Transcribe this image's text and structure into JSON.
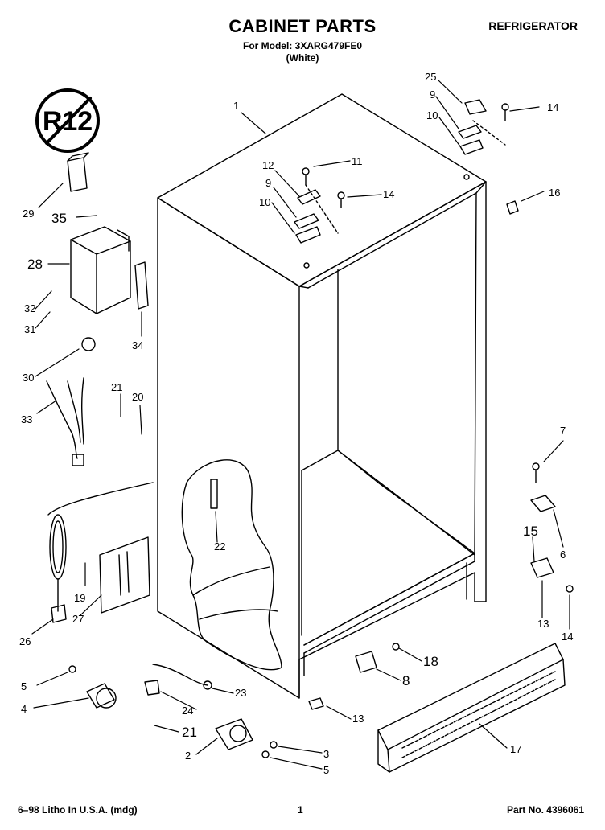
{
  "header": {
    "title": "CABINET PARTS",
    "appliance": "REFRIGERATOR",
    "model_line": "For Model: 3XARG479FE0",
    "variant": "(White)"
  },
  "badge": {
    "text": "R12"
  },
  "labels": {
    "l1": "1",
    "l2": "2",
    "l3": "3",
    "l4": "4",
    "l5a": "5",
    "l5b": "5",
    "l6": "6",
    "l7": "7",
    "l8": "8",
    "l9a": "9",
    "l9b": "9",
    "l10a": "10",
    "l10b": "10",
    "l11": "11",
    "l12": "12",
    "l13a": "13",
    "l13b": "13",
    "l14a": "14",
    "l14b": "14",
    "l14c": "14",
    "l15": "15",
    "l16": "16",
    "l17": "17",
    "l18": "18",
    "l19": "19",
    "l20": "20",
    "l21a": "21",
    "l21b": "21",
    "l22": "22",
    "l23": "23",
    "l24": "24",
    "l25": "25",
    "l26": "26",
    "l27": "27",
    "l28": "28",
    "l29": "29",
    "l30": "30",
    "l31": "31",
    "l32": "32",
    "l33": "33",
    "l34": "34",
    "l35": "35"
  },
  "footer": {
    "litho": "6–98 Litho In U.S.A. (mdg)",
    "page": "1",
    "part_no": "Part No. 4396061"
  }
}
